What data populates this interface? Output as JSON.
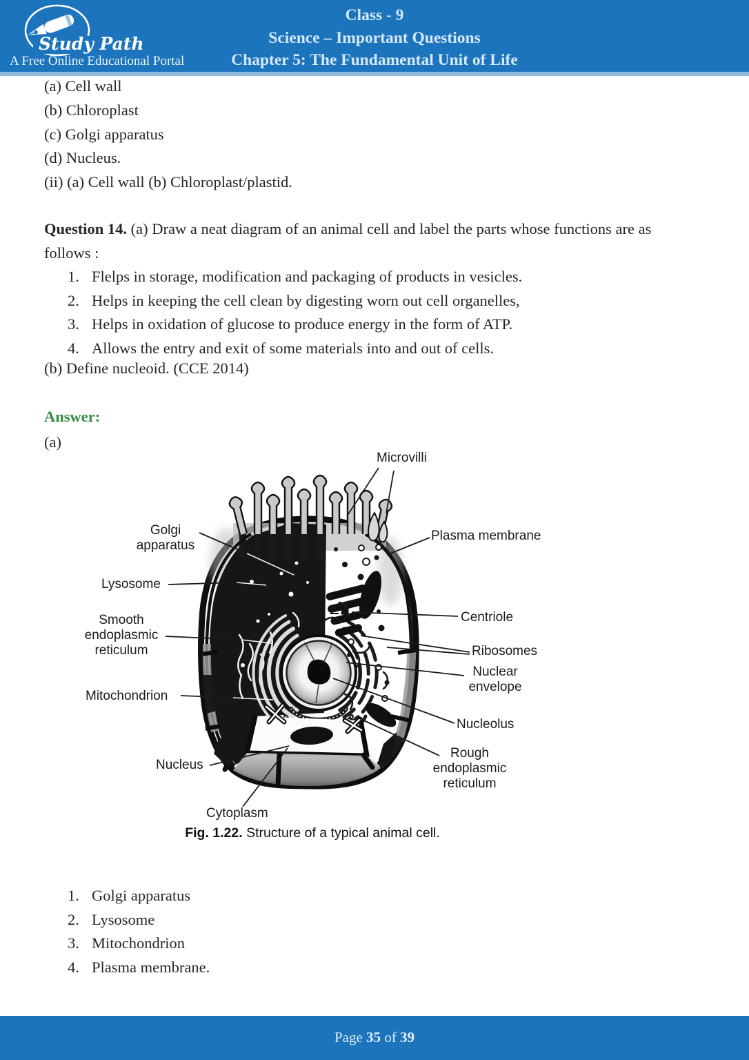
{
  "header": {
    "logo": {
      "brand": "Study Path",
      "tagline": "A Free Online Educational Portal"
    },
    "title_lines": [
      "Class - 9",
      "Science – Important Questions",
      "Chapter 5: The Fundamental Unit of Life"
    ]
  },
  "options": [
    "(a) Cell wall",
    "(b) Chloroplast",
    "(c) Golgi apparatus",
    "(d) Nucleus.",
    "(ii) (a) Cell wall (b) Chloroplast/plastid."
  ],
  "question": {
    "label": "Question 14.",
    "intro": " (a) Draw a neat diagram of an animal cell and label the parts whose functions are as follows :",
    "items": [
      "Flelps in storage, modification and packaging of products in vesicles.",
      "Helps in keeping the cell clean by digesting worn out cell organelles,",
      "Helps in oxidation of glucose to produce energy in the form of ATP.",
      "Allows the entry and exit of some materials into and out of cells."
    ],
    "part_b": "(b) Define nucleoid. (CCE 2014)"
  },
  "answer": {
    "label": "Answer:",
    "part": "(a)",
    "figure": {
      "labels": {
        "microvilli": "Microvilli",
        "golgi": "Golgi apparatus",
        "plasma_membrane": "Plasma membrane",
        "lysosome": "Lysosome",
        "centriole": "Centriole",
        "smooth_er": "Smooth endoplasmic reticulum",
        "ribosomes": "Ribosomes",
        "nuclear_envelope": "Nuclear envelope",
        "mitochondrion": "Mitochondrion",
        "nucleolus": "Nucleolus",
        "nucleus": "Nucleus",
        "rough_er": "Rough endoplasmic reticulum",
        "cytoplasm": "Cytoplasm"
      },
      "caption_label": "Fig. 1.22.",
      "caption_text": " Structure of a typical animal cell."
    },
    "parts_list": [
      "Golgi apparatus",
      "Lysosome",
      "Mitochondrion",
      "Plasma membrane."
    ]
  },
  "footer": {
    "prefix": "Page ",
    "current": "35",
    "middle": " of ",
    "total": "39"
  },
  "colors": {
    "blue": "#1b74bc",
    "header_text": "#d6e8f7",
    "answer_green": "#2f8f3e",
    "body_text": "#262626"
  }
}
